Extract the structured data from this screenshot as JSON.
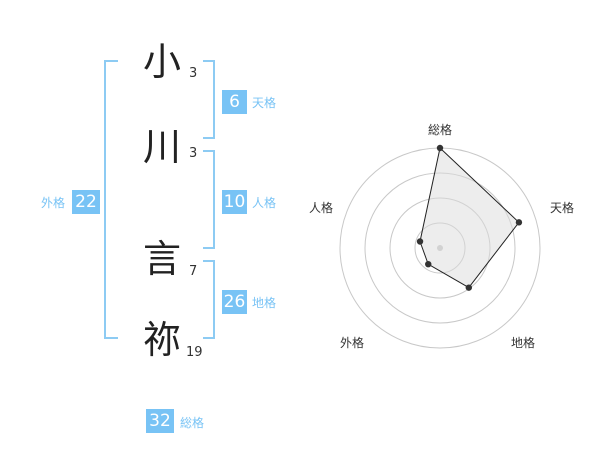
{
  "name": {
    "chars": [
      "小",
      "川",
      "言",
      "祢"
    ],
    "strokes": [
      "3",
      "3",
      "7",
      "19"
    ]
  },
  "kaku": {
    "ten": {
      "value": "6",
      "label": "天格"
    },
    "jin": {
      "value": "10",
      "label": "人格"
    },
    "chi": {
      "value": "26",
      "label": "地格"
    },
    "gai": {
      "value": "22",
      "label": "外格"
    },
    "sou": {
      "value": "32",
      "label": "総格"
    }
  },
  "colors": {
    "bracket": "#8dcbf3",
    "badge": "#78c3f5",
    "label": "#78c3f5"
  },
  "chart_data": {
    "type": "radar",
    "axes": [
      "総格",
      "天格",
      "地格",
      "外格",
      "人格"
    ],
    "values": [
      1.0,
      0.83,
      0.49,
      0.2,
      0.21
    ],
    "rings": 4,
    "range": [
      0,
      1
    ]
  }
}
